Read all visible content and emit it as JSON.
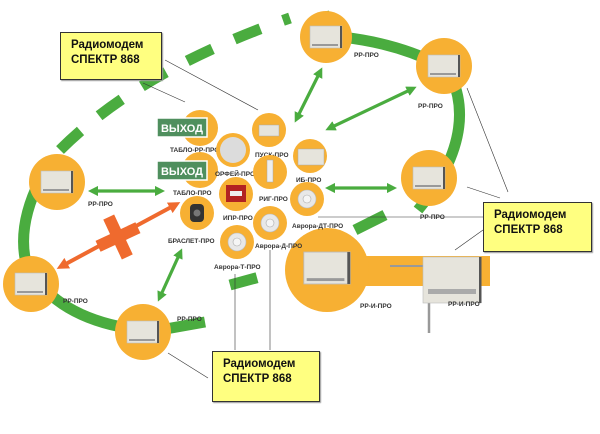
{
  "colors": {
    "node_orange": "#f7b033",
    "link_green": "#4aac3f",
    "blocked_orange": "#ef6a2e",
    "callout_yellow": "#ffff80",
    "exit_sign_green": "#4f8f5e",
    "device_grey": "#e6e4dc"
  },
  "callouts": [
    {
      "line1": "Радиомодем",
      "line2": "СПЕКТР 868"
    },
    {
      "line1": "Радиомодем",
      "line2": "СПЕКТР 868"
    },
    {
      "line1": "Радиомодем",
      "line2": "СПЕКТР 868"
    }
  ],
  "repeaters": [
    {
      "label": "РР-ПРО",
      "position": "top"
    },
    {
      "label": "РР-ПРО",
      "position": "top-right"
    },
    {
      "label": "РР-ПРО",
      "position": "right"
    },
    {
      "label": "РР-ПРО",
      "position": "left"
    },
    {
      "label": "РР-ПРО",
      "position": "bottom-left"
    },
    {
      "label": "РР-ПРО",
      "position": "bottom"
    }
  ],
  "interface_repeaters": [
    {
      "label": "РР-И-ПРО"
    },
    {
      "label": "РР-И-ПРО"
    }
  ],
  "devices": [
    {
      "label": "ТАБЛО-РР-ПРО",
      "sign": "ВЫХОД"
    },
    {
      "label": "ТАБЛО-ПРО",
      "sign": "ВЫХОД"
    },
    {
      "label": "ОРФЕЙ-ПРО"
    },
    {
      "label": "ПУСК-ПРО"
    },
    {
      "label": "ИБ-ПРО"
    },
    {
      "label": "РИГ-ПРО"
    },
    {
      "label": "ИПР-ПРО"
    },
    {
      "label": "БРАСЛЕТ-ПРО"
    },
    {
      "label": "Аврора-ДТ-ПРО"
    },
    {
      "label": "Аврора-Д-ПРО"
    },
    {
      "label": "Аврора-Т-ПРО"
    }
  ]
}
